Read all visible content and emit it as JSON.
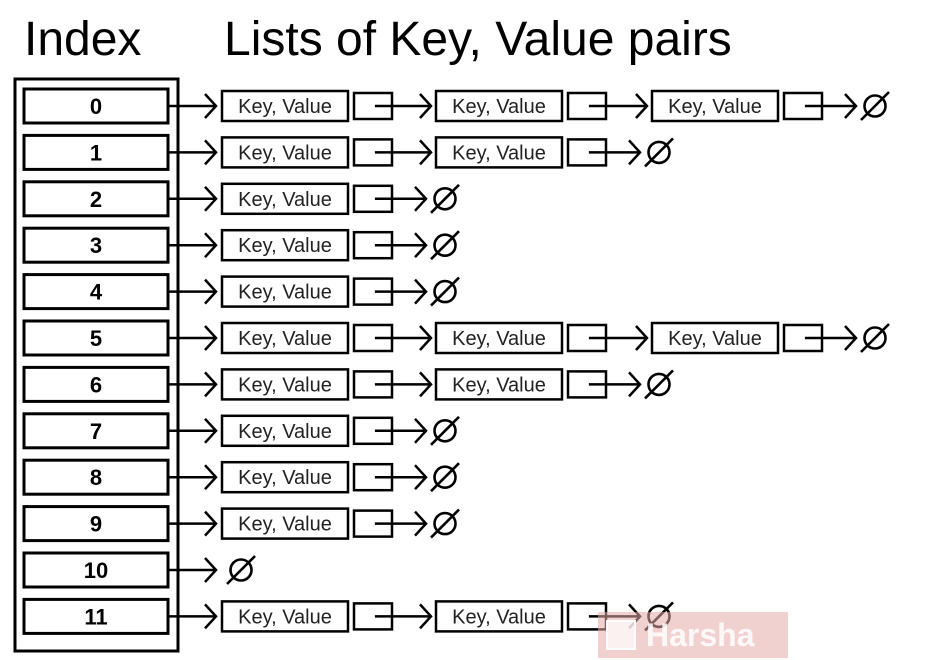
{
  "header": {
    "index_title": "Index",
    "lists_title": "Lists of Key, Value pairs"
  },
  "node_label": "Key, Value",
  "null_symbol": "⌀",
  "buckets": [
    {
      "index": "0",
      "nodes": 3
    },
    {
      "index": "1",
      "nodes": 2
    },
    {
      "index": "2",
      "nodes": 1
    },
    {
      "index": "3",
      "nodes": 1
    },
    {
      "index": "4",
      "nodes": 1
    },
    {
      "index": "5",
      "nodes": 3
    },
    {
      "index": "6",
      "nodes": 2
    },
    {
      "index": "7",
      "nodes": 1
    },
    {
      "index": "8",
      "nodes": 1
    },
    {
      "index": "9",
      "nodes": 1
    },
    {
      "index": "10",
      "nodes": 0
    },
    {
      "index": "11",
      "nodes": 2
    }
  ],
  "watermark": {
    "text": "Harsha"
  },
  "colors": {
    "ink": "#000000",
    "watermark": "#e6aaaa"
  }
}
